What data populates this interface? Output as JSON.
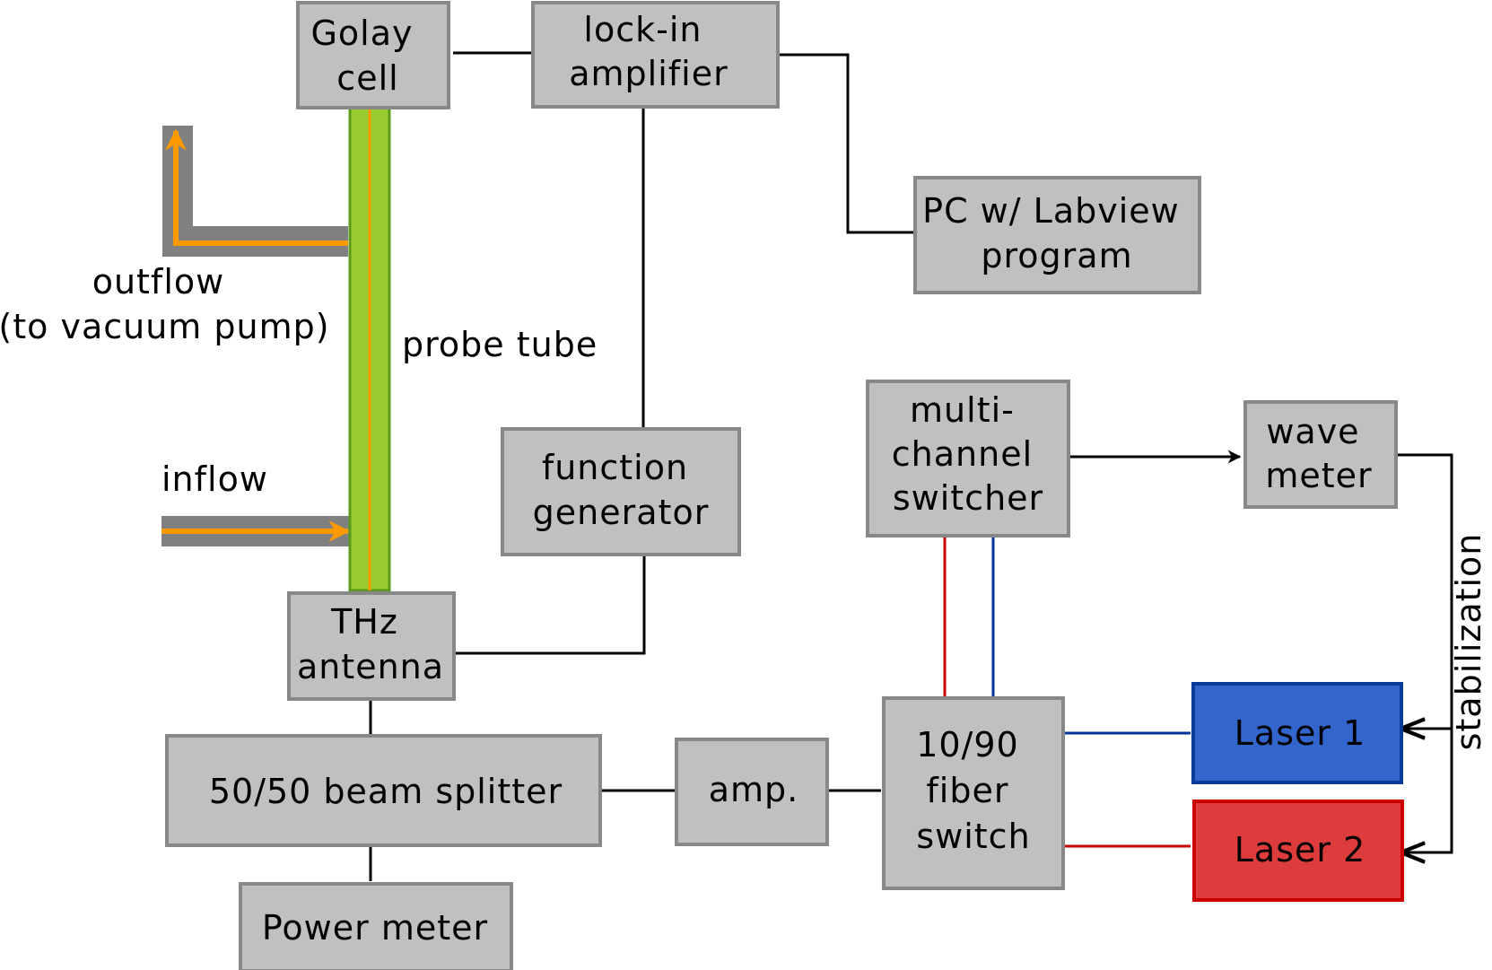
{
  "colors": {
    "box_fill": "#c0c0c0",
    "box_stroke": "#888888",
    "laser1_fill": "#3366cc",
    "laser1_stroke": "#0a3a9a",
    "laser2_fill": "#dd3c3c",
    "laser2_stroke": "#cc0000",
    "tube_fill": "#99cc33",
    "tube_stroke": "#5a9a1a",
    "flow_arrow": "#ff9900",
    "pipe": "#808080",
    "fiber_red": "#cc0000",
    "fiber_blue": "#003399"
  },
  "boxes": {
    "golay": [
      "Golay",
      "cell"
    ],
    "lockin": [
      "lock-in",
      "amplifier"
    ],
    "pc": [
      "PC w/ Labview",
      "program"
    ],
    "function_gen": [
      "function",
      "generator"
    ],
    "switcher": [
      "multi-",
      "channel",
      "switcher"
    ],
    "wavemeter": [
      "wave",
      "meter"
    ],
    "thz": [
      "THz",
      "antenna"
    ],
    "splitter": [
      "50/50 beam splitter"
    ],
    "amp": [
      "amp."
    ],
    "fiber_switch": [
      "10/90",
      "fiber",
      "switch"
    ],
    "laser1": [
      "Laser 1"
    ],
    "laser2": [
      "Laser 2"
    ],
    "power_meter": [
      "Power meter"
    ]
  },
  "labels": {
    "outflow": [
      "outflow",
      "(to vacuum pump)"
    ],
    "inflow": "inflow",
    "probe_tube": "probe tube",
    "stabilization": "stabilization"
  }
}
